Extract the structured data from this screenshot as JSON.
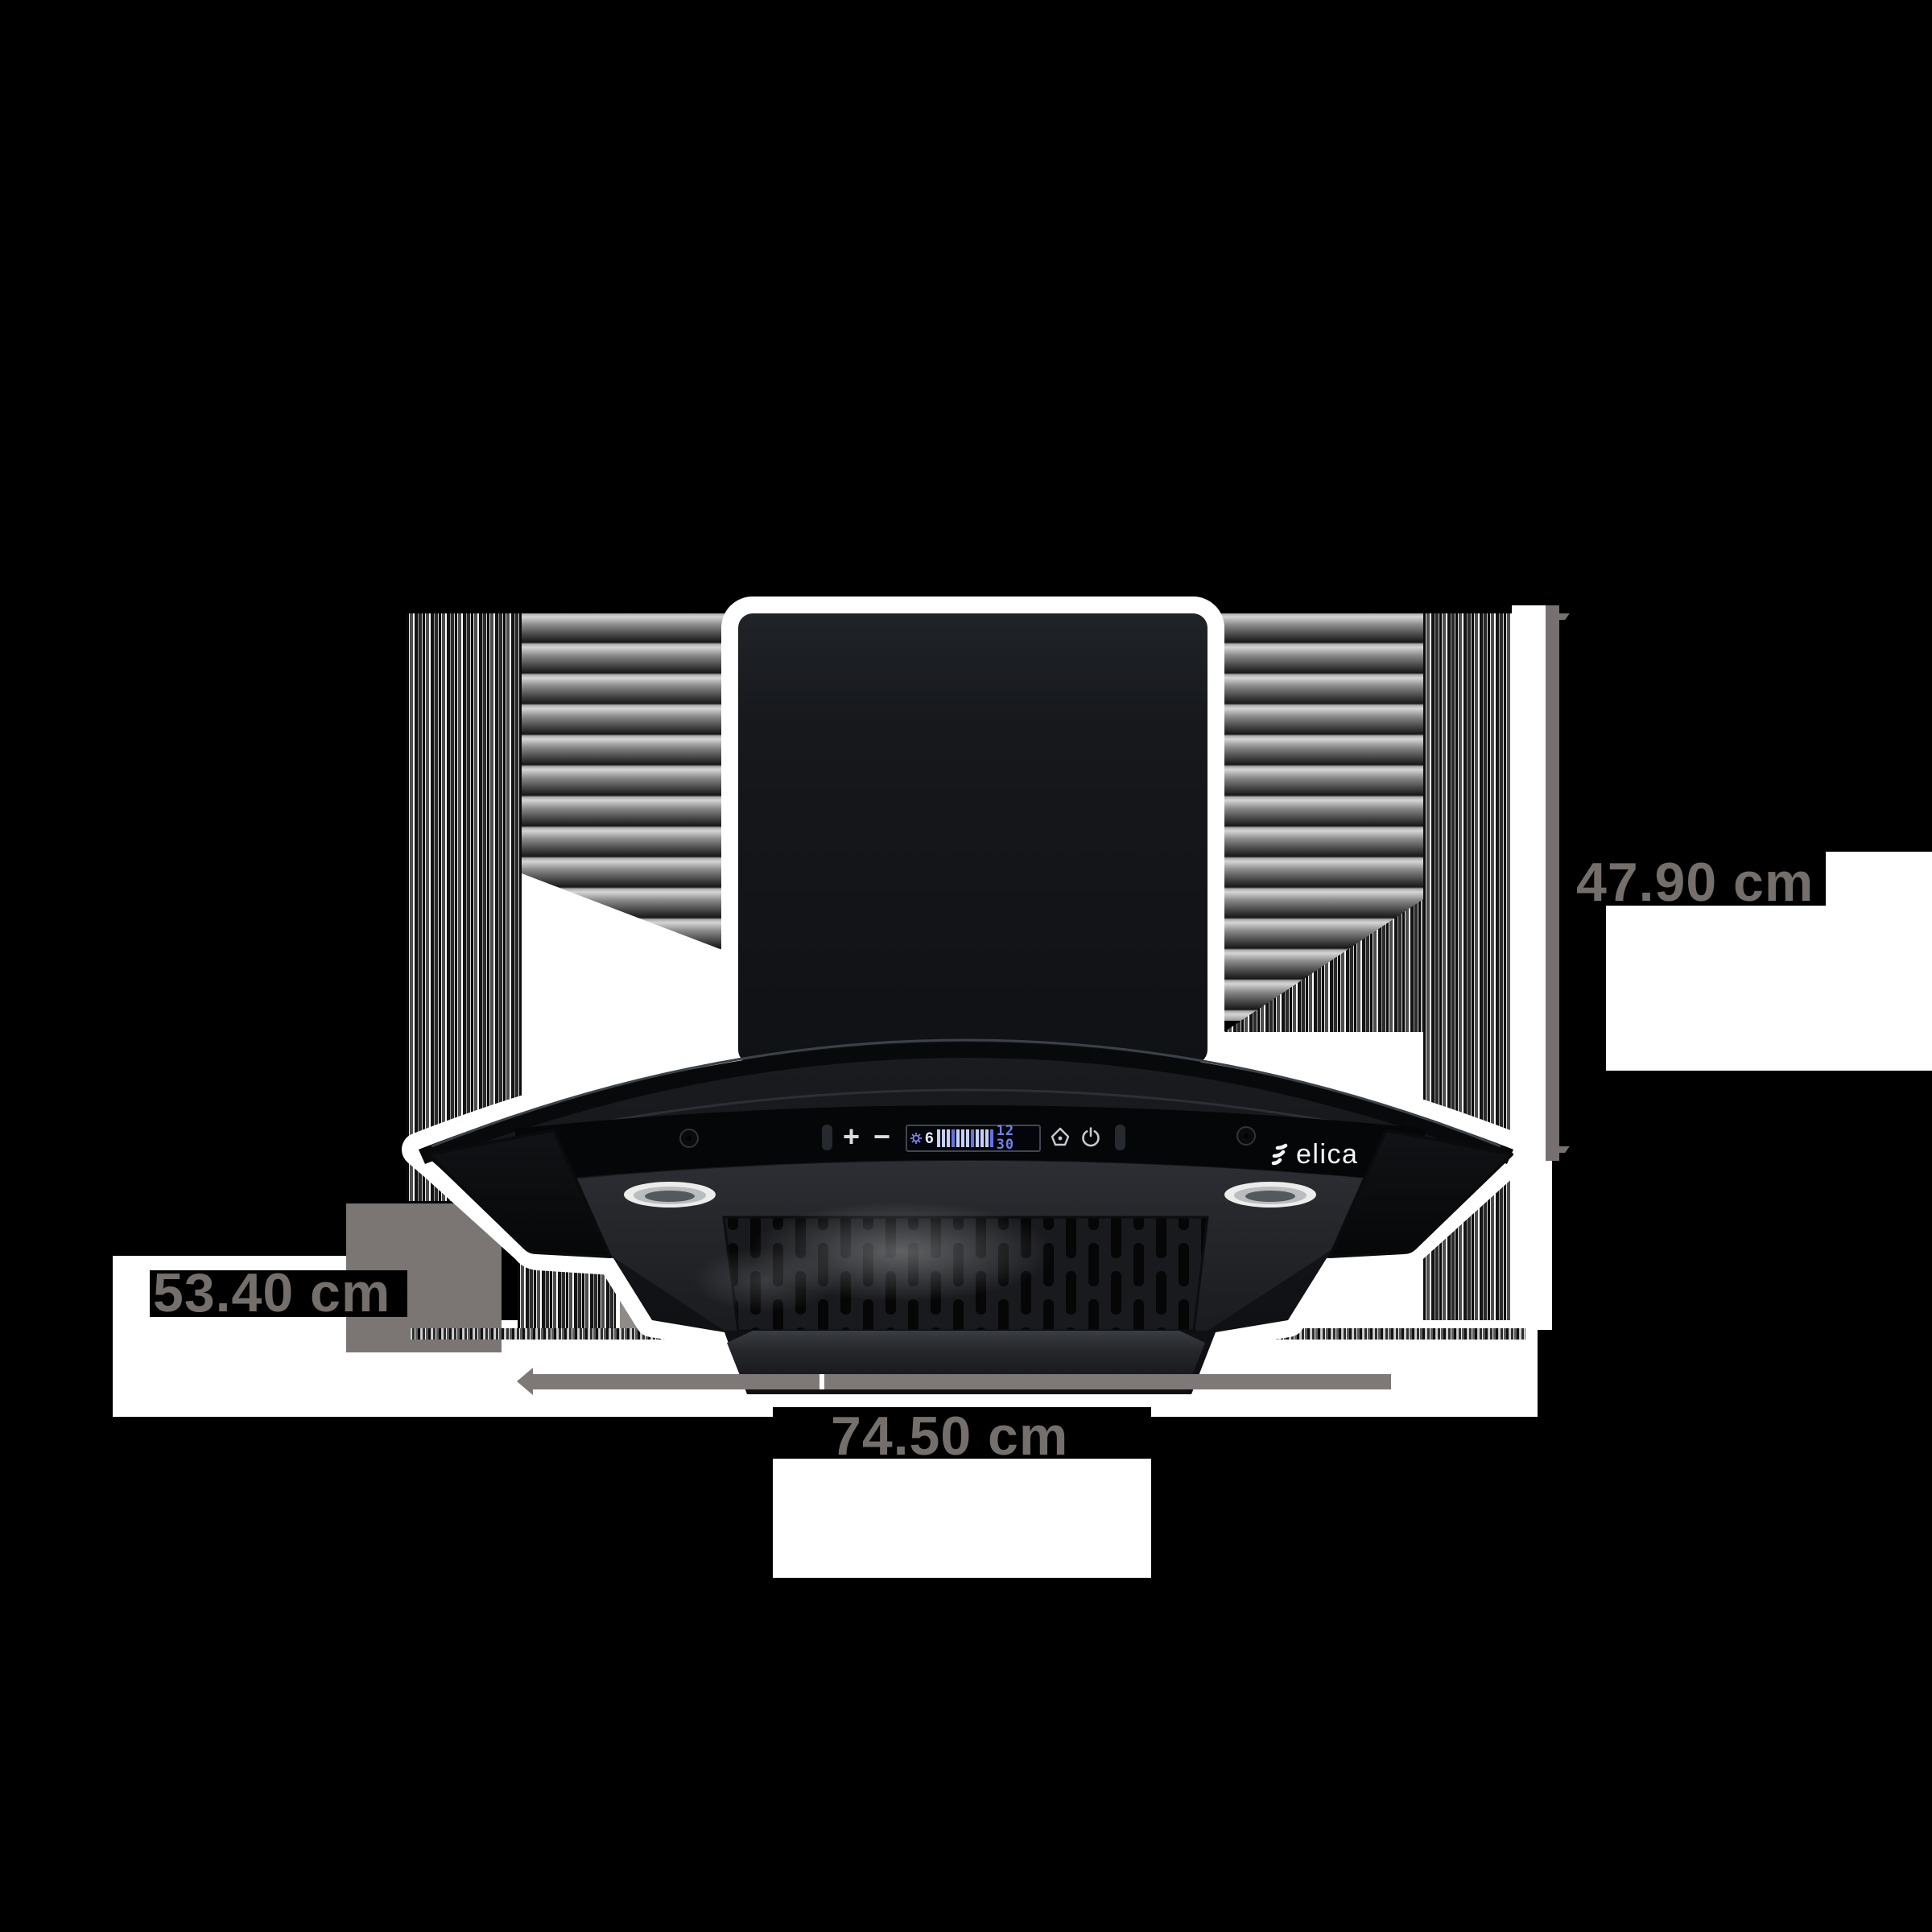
{
  "product": {
    "brand_logo": "elica",
    "control_panel": {
      "plus_label": "+",
      "minus_label": "−",
      "display": {
        "fan_speed": "6",
        "clock": "12 30",
        "bar_count": 12
      }
    }
  },
  "dimension_labels": {
    "height": "47.90 cm",
    "depth": "53.40 cm",
    "width": "74.50 cm"
  },
  "icons": {
    "gear": "settings-gear",
    "hood": "chimney-hood",
    "power": "power",
    "logo_mark": "elica-flame-strokes"
  },
  "colors": {
    "background": "#000000",
    "glow_outline": "#ffffff",
    "label_text": "#756f6c",
    "width_line": "#7e7976",
    "height_line": "#767170",
    "display_accent": "#7181ef",
    "display_bars": "#c7d0fa",
    "logo_text": "#f5f5f5",
    "body_dark": "#121419"
  }
}
